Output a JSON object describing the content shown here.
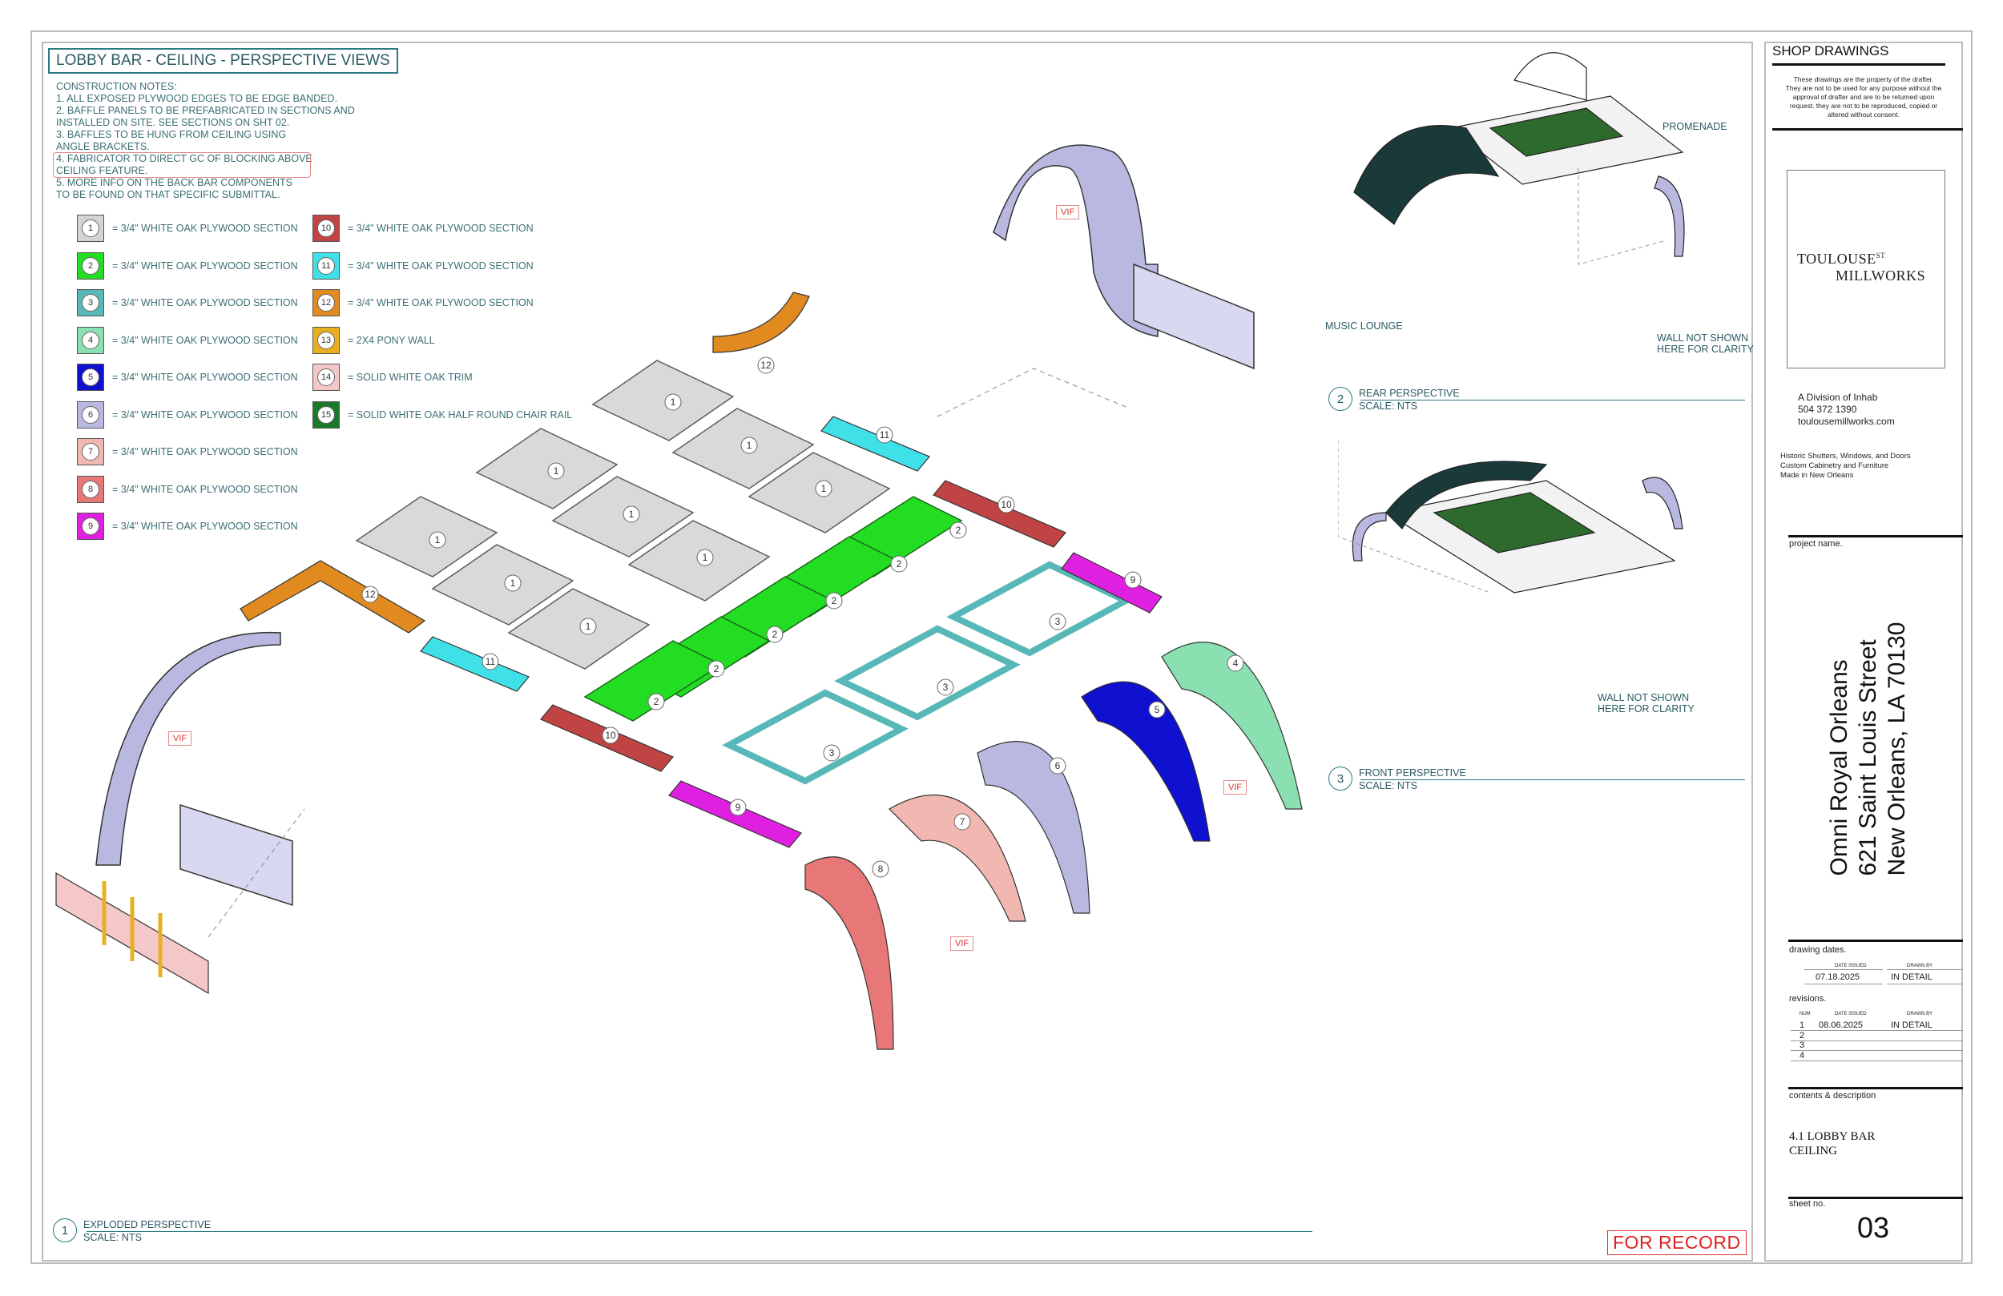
{
  "sheet_title": "LOBBY BAR - CEILING - PERSPECTIVE VIEWS",
  "notes": [
    "CONSTRUCTION NOTES:",
    "1. ALL EXPOSED PLYWOOD EDGES TO BE EDGE BANDED.",
    "2. BAFFLE PANELS TO BE PREFABRICATED IN SECTIONS AND",
    "INSTALLED ON SITE. SEE SECTIONS ON SHT 02.",
    "3. BAFFLES TO BE HUNG FROM CEILING USING",
    "ANGLE BRACKETS.",
    "4. FABRICATOR TO DIRECT GC OF BLOCKING ABOVE",
    "CEILING FEATURE.",
    "5. MORE INFO ON THE BACK BAR COMPONENTS",
    "TO BE FOUND ON THAT SPECIFIC SUBMITTAL."
  ],
  "legend": [
    {
      "num": "1",
      "color": "#d4d4d4",
      "label": "= 3/4\" WHITE OAK PLYWOOD SECTION"
    },
    {
      "num": "2",
      "color": "#22dd22",
      "label": "= 3/4\" WHITE OAK PLYWOOD SECTION"
    },
    {
      "num": "3",
      "color": "#58b8b8",
      "label": "= 3/4\" WHITE OAK PLYWOOD SECTION"
    },
    {
      "num": "4",
      "color": "#8ae0b0",
      "label": "= 3/4\" WHITE OAK PLYWOOD SECTION"
    },
    {
      "num": "5",
      "color": "#1010d0",
      "label": "= 3/4\" WHITE OAK PLYWOOD SECTION"
    },
    {
      "num": "6",
      "color": "#b8b8e0",
      "label": "= 3/4\" WHITE OAK PLYWOOD SECTION"
    },
    {
      "num": "7",
      "color": "#f0b8b0",
      "label": "= 3/4\" WHITE OAK PLYWOOD SECTION"
    },
    {
      "num": "8",
      "color": "#e87878",
      "label": "= 3/4\" WHITE OAK PLYWOOD SECTION"
    },
    {
      "num": "9",
      "color": "#e020e0",
      "label": "= 3/4\" WHITE OAK PLYWOOD SECTION"
    },
    {
      "num": "10",
      "color": "#c04444",
      "label": "= 3/4\" WHITE OAK PLYWOOD SECTION"
    },
    {
      "num": "11",
      "color": "#40e0e8",
      "label": "= 3/4\" WHITE OAK PLYWOOD SECTION"
    },
    {
      "num": "12",
      "color": "#e08a20",
      "label": "= 3/4\" WHITE OAK PLYWOOD SECTION"
    },
    {
      "num": "13",
      "color": "#e8b020",
      "label": "= 2X4 PONY WALL"
    },
    {
      "num": "14",
      "color": "#f4c8c8",
      "label": "= SOLID WHITE OAK TRIM"
    },
    {
      "num": "15",
      "color": "#1a7a2a",
      "label": "= SOLID WHITE OAK HALF ROUND CHAIR RAIL"
    }
  ],
  "views": [
    {
      "num": "1",
      "title": "EXPLODED PERSPECTIVE",
      "scale": "SCALE: NTS"
    },
    {
      "num": "2",
      "title": "REAR PERSPECTIVE",
      "scale": "SCALE: NTS"
    },
    {
      "num": "3",
      "title": "FRONT PERSPECTIVE",
      "scale": "SCALE: NTS"
    }
  ],
  "callouts": {
    "promenade": "PROMENADE",
    "music_lounge": "MUSIC LOUNGE",
    "wall_not_shown_1": "WALL NOT SHOWN",
    "wall_not_shown_2": "HERE FOR CLARITY",
    "vif": "VIF"
  },
  "for_record": "FOR RECORD",
  "title_block": {
    "header": "SHOP DRAWINGS",
    "disclaimer": [
      "These drawings are the property of the drafter.",
      "They are not to be used for any purpose without the",
      "approval of drafter and are to be returned upon",
      "request. they are not to be reproduced, copied or",
      "altered without consent."
    ],
    "logo_line1": "TOULOUSE",
    "logo_sup": "ST",
    "logo_line2": "MILLWORKS",
    "division": "A Division of Inhab",
    "phone": "504 372 1390",
    "website": "toulousemillworks.com",
    "services": [
      "Historic Shutters, Windows, and Doors",
      "Custom Cabinetry and Furniture",
      "Made in New Orleans"
    ],
    "project_label": "project name.",
    "project_lines": [
      "Omni Royal Orleans",
      "621 Saint Louis Street",
      "New Orleans, LA 70130"
    ],
    "dates_label": "drawing dates.",
    "date_issued_hdr": "DATE ISSUED",
    "drawn_by_hdr": "DRAWN BY",
    "date_issued": "07.18.2025",
    "drawn_by": "IN DETAIL",
    "revisions_label": "revisions.",
    "rev_num_hdr": "NUM",
    "revisions": [
      {
        "num": "1",
        "date": "08.06.2025",
        "by": "IN DETAIL"
      },
      {
        "num": "2",
        "date": "",
        "by": ""
      },
      {
        "num": "3",
        "date": "",
        "by": ""
      },
      {
        "num": "4",
        "date": "",
        "by": ""
      }
    ],
    "contents_label": "contents & description",
    "contents_line1": "4.1 LOBBY BAR",
    "contents_line2": "CEILING",
    "sheet_label": "sheet no.",
    "sheet_no": "03"
  }
}
